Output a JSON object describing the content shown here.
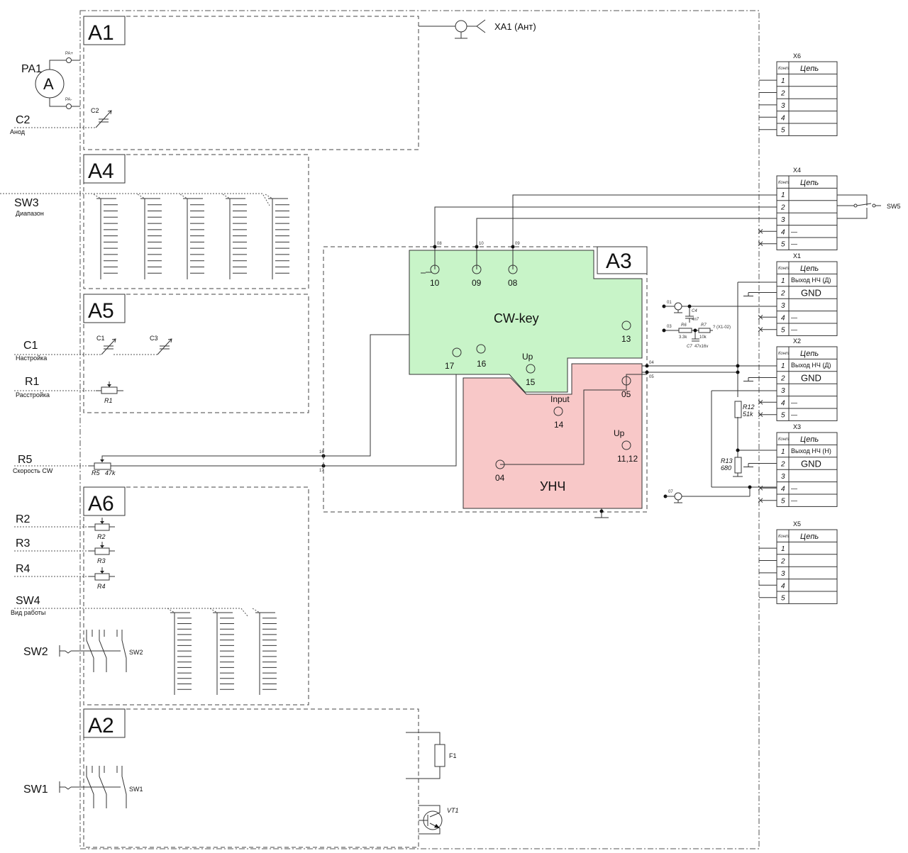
{
  "blocks": {
    "a1": "A1",
    "a2": "A2",
    "a3": "A3",
    "a4": "A4",
    "a5": "A5",
    "a6": "A6"
  },
  "antenna": {
    "label": "XA1  (Ант)"
  },
  "ammeter": {
    "label": "PA1",
    "symbol": "A",
    "plus": "PA+",
    "minus": "PA-"
  },
  "controls": {
    "c2": {
      "label": "C2",
      "sub": "Анод",
      "part": "C2"
    },
    "sw3": {
      "label": "SW3",
      "sub": "Диапазон"
    },
    "c1": {
      "label": "C1",
      "sub": "Настройка",
      "part": "C1"
    },
    "c3": {
      "part": "C3"
    },
    "r1": {
      "label": "R1",
      "sub": "Расстройка",
      "part": "R1"
    },
    "r5": {
      "label": "R5",
      "sub": "Скорость CW",
      "part": "R5",
      "value": "47k"
    },
    "r2": {
      "label": "R2",
      "part": "R2"
    },
    "r3": {
      "label": "R3",
      "part": "R3"
    },
    "r4": {
      "label": "R4",
      "part": "R4"
    },
    "sw4": {
      "label": "SW4",
      "sub": "Вид работы"
    },
    "sw2": {
      "label": "SW2",
      "part": "SW2"
    },
    "sw1": {
      "label": "SW1",
      "part": "SW1"
    },
    "f1": {
      "part": "F1"
    },
    "vt1": {
      "part": "VT1"
    }
  },
  "a3": {
    "cwkey": "CW-key",
    "unch": "УНЧ",
    "pins": {
      "p10": "10",
      "p09": "09",
      "p08": "08",
      "p13": "13",
      "p17": "17",
      "p16": "16",
      "p15": "15",
      "p15_lbl": "Up",
      "p05": "05",
      "p14": "14",
      "p14_lbl": "Input",
      "p1112": "11,12",
      "p1112_lbl": "Up",
      "p04": "04"
    },
    "nodes": {
      "n08": "08",
      "n10": "10",
      "n09": "09",
      "n16": "16",
      "n17": "17",
      "n04": "04",
      "n05": "05",
      "n01": "01",
      "n03": "03",
      "n07": "07"
    }
  },
  "filter": {
    "c4": "C4",
    "c4v": "4n7",
    "r6": "R6",
    "r6v": "3.3k",
    "r7": "R7",
    "r7v": "10k",
    "c7": "C7",
    "c7v": "47x16v",
    "note": "? (X1-02)"
  },
  "divider": {
    "r12": "R12",
    "r12v": "51k",
    "r13": "R13",
    "r13v": "680"
  },
  "sw5": "SW5",
  "connectors": [
    {
      "name": "X6",
      "head": [
        "Конт",
        "Цепь"
      ],
      "rows": [
        [
          "1",
          ""
        ],
        [
          "2",
          ""
        ],
        [
          "3",
          ""
        ],
        [
          "4",
          ""
        ],
        [
          "5",
          ""
        ]
      ]
    },
    {
      "name": "X4",
      "head": [
        "Конт",
        "Цепь"
      ],
      "rows": [
        [
          "1",
          ""
        ],
        [
          "2",
          ""
        ],
        [
          "3",
          ""
        ],
        [
          "4",
          "—"
        ],
        [
          "5",
          "—"
        ]
      ]
    },
    {
      "name": "X1",
      "head": [
        "Конт",
        "Цепь"
      ],
      "rows": [
        [
          "1",
          "Выход НЧ (Д)"
        ],
        [
          "2",
          "GND"
        ],
        [
          "3",
          ""
        ],
        [
          "4",
          "—"
        ],
        [
          "5",
          "—"
        ]
      ]
    },
    {
      "name": "X2",
      "head": [
        "Конт",
        "Цепь"
      ],
      "rows": [
        [
          "1",
          "Выход НЧ (Д)"
        ],
        [
          "2",
          "GND"
        ],
        [
          "3",
          ""
        ],
        [
          "4",
          "—"
        ],
        [
          "5",
          "—"
        ]
      ]
    },
    {
      "name": "X3",
      "head": [
        "Конт",
        "Цепь"
      ],
      "rows": [
        [
          "1",
          "Выход НЧ (Н)"
        ],
        [
          "2",
          "GND"
        ],
        [
          "3",
          ""
        ],
        [
          "4",
          "—"
        ],
        [
          "5",
          "—"
        ]
      ]
    },
    {
      "name": "X5",
      "head": [
        "Конт",
        "Цепь"
      ],
      "rows": [
        [
          "1",
          ""
        ],
        [
          "2",
          ""
        ],
        [
          "3",
          ""
        ],
        [
          "4",
          ""
        ],
        [
          "5",
          ""
        ]
      ]
    }
  ]
}
